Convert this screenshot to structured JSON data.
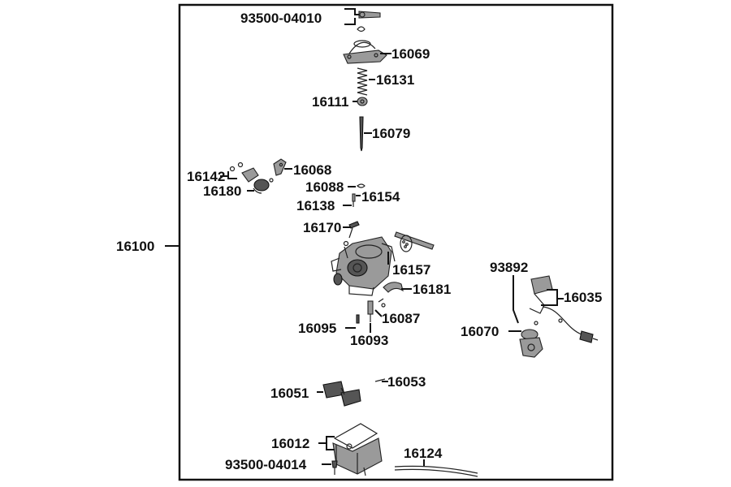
{
  "diagram": {
    "assembly_label": "16100",
    "labels": [
      {
        "id": "p93500-04010",
        "text": "93500-04010"
      },
      {
        "id": "p16069",
        "text": "16069"
      },
      {
        "id": "p16131",
        "text": "16131"
      },
      {
        "id": "p16111",
        "text": "16111"
      },
      {
        "id": "p16079",
        "text": "16079"
      },
      {
        "id": "p16142",
        "text": "16142"
      },
      {
        "id": "p16068",
        "text": "16068"
      },
      {
        "id": "p16180",
        "text": "16180"
      },
      {
        "id": "p16088",
        "text": "16088"
      },
      {
        "id": "p16154",
        "text": "16154"
      },
      {
        "id": "p16138",
        "text": "16138"
      },
      {
        "id": "p16170",
        "text": "16170"
      },
      {
        "id": "p16157",
        "text": "16157"
      },
      {
        "id": "p93892",
        "text": "93892"
      },
      {
        "id": "p16035",
        "text": "16035"
      },
      {
        "id": "p16181",
        "text": "16181"
      },
      {
        "id": "p16087",
        "text": "16087"
      },
      {
        "id": "p16095",
        "text": "16095"
      },
      {
        "id": "p16093",
        "text": "16093"
      },
      {
        "id": "p16070",
        "text": "16070"
      },
      {
        "id": "p16053",
        "text": "16053"
      },
      {
        "id": "p16051",
        "text": "16051"
      },
      {
        "id": "p16012",
        "text": "16012"
      },
      {
        "id": "p16124",
        "text": "16124"
      },
      {
        "id": "p93500-04014",
        "text": "93500-04014"
      }
    ]
  }
}
